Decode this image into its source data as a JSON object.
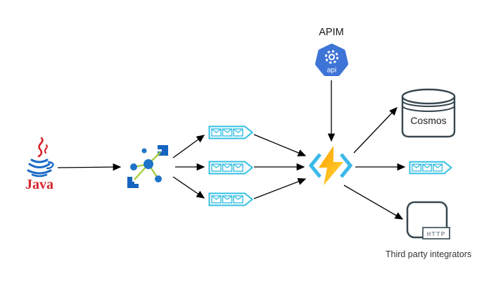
{
  "diagram": {
    "labels": {
      "apim_title": "APIM",
      "apim_icon_text": "api",
      "java_label": "Java",
      "cosmos_label": "Cosmos",
      "http_badge": "HTTP",
      "third_party_caption": "Third party integrators"
    },
    "edges": [
      "Java → Event broker",
      "Event broker → Queue 1",
      "Event broker → Queue 2",
      "Event broker → Queue 3",
      "Queue 1 → Function",
      "Queue 2 → Function",
      "Queue 3 → Function",
      "APIM → Function",
      "Function → Cosmos",
      "Function → Output queue",
      "Function → HTTP (Third party integrators)"
    ],
    "colors": {
      "queue_outline": "#35bfe3",
      "broker_blue": "#1e74c8",
      "link_lime": "#a6ce39",
      "apim_blue": "#3e74d6",
      "function_bracket": "#3bb8e8",
      "bolt_gradient_start": "#ff9e00",
      "bolt_gradient_end": "#ffd83a",
      "dark_outline": "#37474f",
      "java_red": "#d8232a",
      "arrow": "#000000"
    }
  }
}
